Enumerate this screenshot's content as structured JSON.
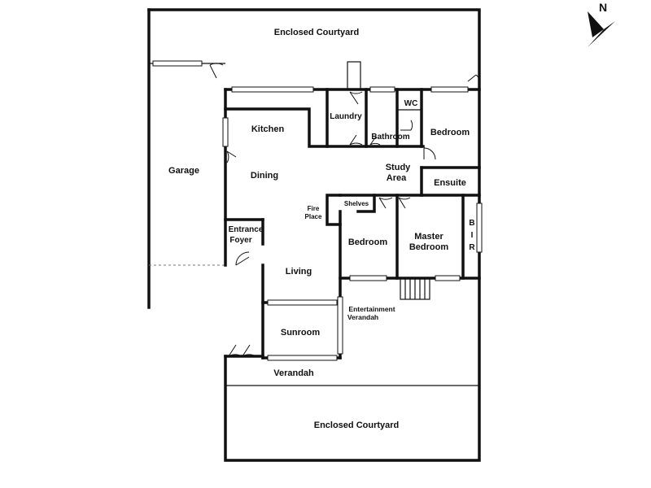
{
  "compass": {
    "label": "N"
  },
  "rooms": {
    "enclosed_courtyard_top": "Enclosed Courtyard",
    "enclosed_courtyard_bottom": "Enclosed Courtyard",
    "garage": "Garage",
    "kitchen": "Kitchen",
    "dining": "Dining",
    "laundry": "Laundry",
    "wc": "WC",
    "bathroom": "Bathroom",
    "bedroom_1": "Bedroom",
    "study_area_line1": "Study",
    "study_area_line2": "Area",
    "ensuite": "Ensuite",
    "bir": [
      "B",
      "I",
      "R"
    ],
    "fire_place_line1": "Fire",
    "fire_place_line2": "Place",
    "shelves": "Shelves",
    "bedroom_2": "Bedroom",
    "master_bedroom_line1": "Master",
    "master_bedroom_line2": "Bedroom",
    "entrance_foyer_line1": "Entrance",
    "entrance_foyer_line2": "Foyer",
    "living": "Living",
    "entertainment_verandah_line1": "Entertainment",
    "entertainment_verandah_line2": "Verandah",
    "sunroom": "Sunroom",
    "verandah": "Verandah"
  }
}
